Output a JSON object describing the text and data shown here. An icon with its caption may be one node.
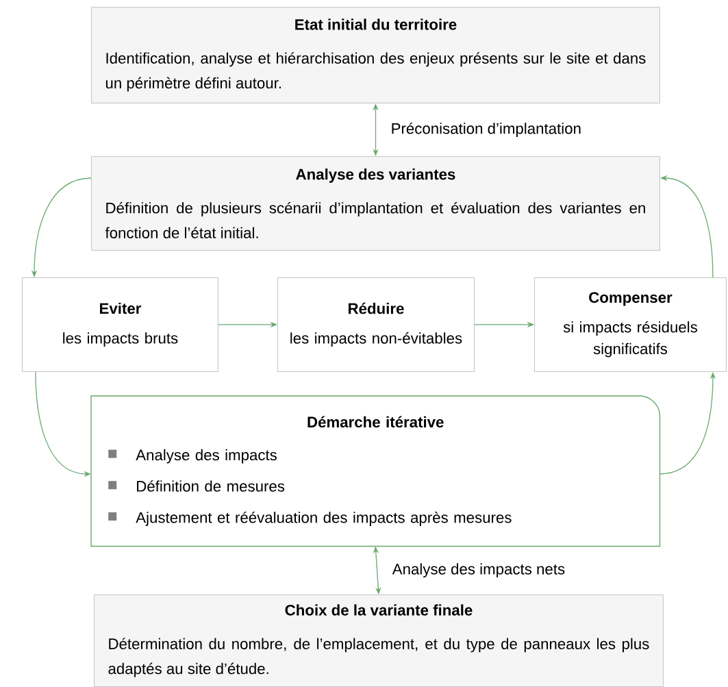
{
  "diagram": {
    "nodes": [
      {
        "text": [
          "Etat initial du territoire",
          "Identification, analyse et hiérarchisation des enjeux présents sur le site et dans un périmètre défini autour."
        ]
      },
      {
        "text": [
          "Analyse des variantes",
          "Définition de plusieurs scénarii d’implantation et évaluation des variantes en fonction de l’état initial."
        ]
      },
      {
        "text": [
          "Eviter",
          "les impacts bruts"
        ]
      },
      {
        "text": [
          "Réduire",
          "les impacts non-évitables"
        ]
      },
      {
        "text": [
          "Compenser",
          "si impacts résiduels significatifs"
        ]
      },
      {
        "text": [
          "Démarche itérative",
          "Analyse des impacts",
          "Définition de mesures",
          "Ajustement et réévaluation des impacts après mesures"
        ]
      },
      {
        "text": [
          "Choix de la variante finale",
          "Détermination du nombre, de l’emplacement, et du type de panneaux les plus adaptés au site d’étude."
        ]
      }
    ],
    "edges": [
      {
        "from": 0,
        "to": 1,
        "arrow": "both",
        "label": "Préconisation d’implantation"
      },
      {
        "from": 1,
        "to": 2,
        "arrow": "to"
      },
      {
        "from": 2,
        "to": 3,
        "arrow": "to"
      },
      {
        "from": 3,
        "to": 4,
        "arrow": "to"
      },
      {
        "from": 2,
        "to": 5,
        "arrow": "to"
      },
      {
        "from": 5,
        "to": 4,
        "arrow": "to"
      },
      {
        "from": 4,
        "to": 1,
        "arrow": "to"
      },
      {
        "from": 5,
        "to": 6,
        "arrow": "both",
        "label": "Analyse des impacts nets"
      }
    ]
  }
}
